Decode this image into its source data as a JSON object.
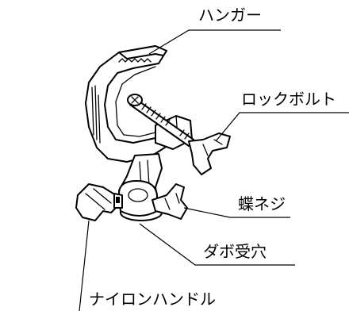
{
  "diagram": {
    "labels": {
      "hanger": "ハンガー",
      "lock_bolt": "ロックボルト",
      "wing_screw": "蝶ネジ",
      "dowel_hole": "ダボ受穴",
      "nylon_handle": "ナイロンハンドル"
    }
  }
}
